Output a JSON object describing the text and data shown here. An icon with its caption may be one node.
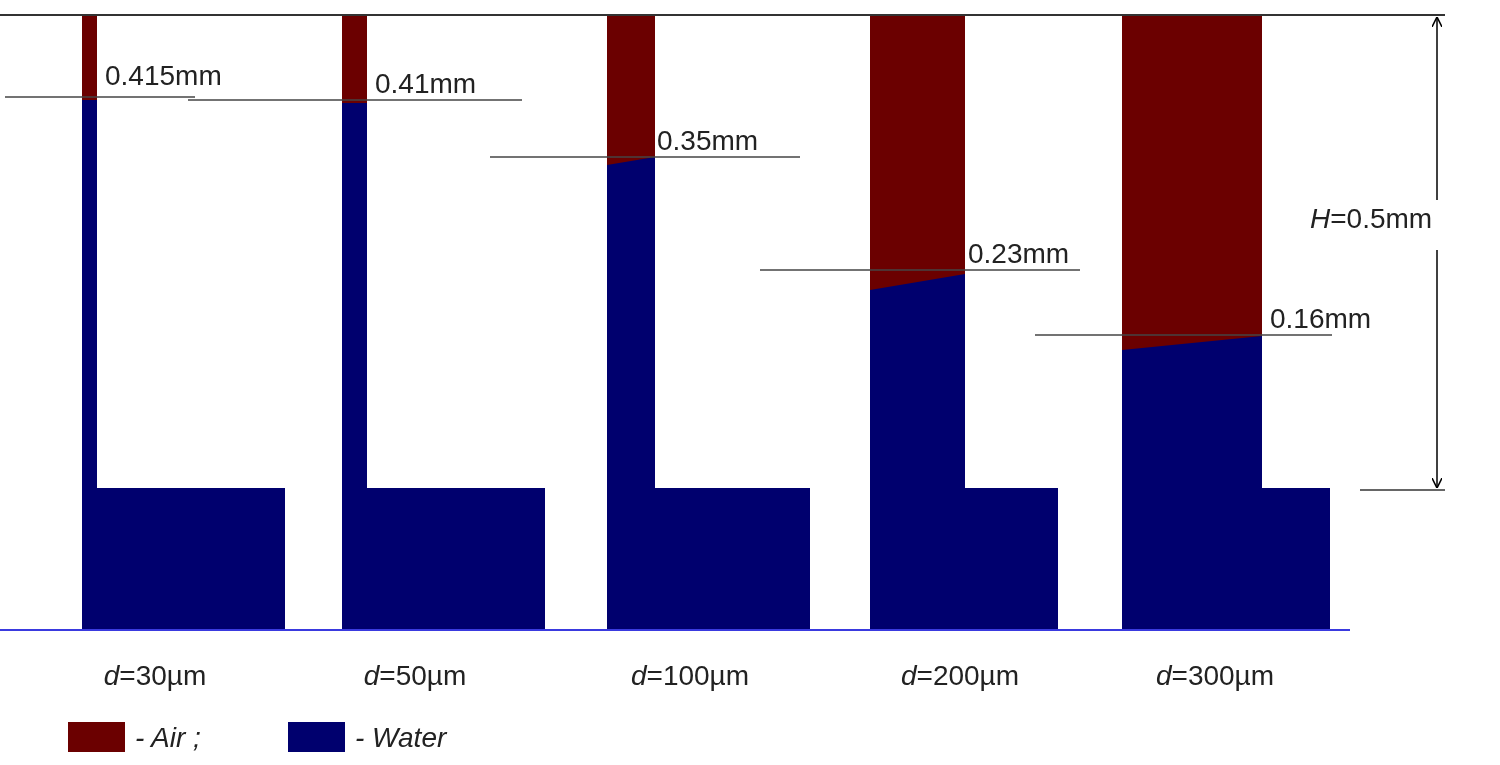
{
  "diagram": {
    "labels": [
      "0.415mm",
      "0.41mm",
      "0.35mm",
      "0.23mm",
      "0.16mm",
      "*H*=0.5mm",
      "*d*=30µm",
      "*d*=50µm",
      "*d*=100µm",
      "*d*=200µm",
      "*d*=300µm"
    ],
    "legend": [
      {
        "text": "- Air ;",
        "color": "#6b0000"
      },
      {
        "text": "- Water",
        "color": "#00006e"
      }
    ]
  }
}
